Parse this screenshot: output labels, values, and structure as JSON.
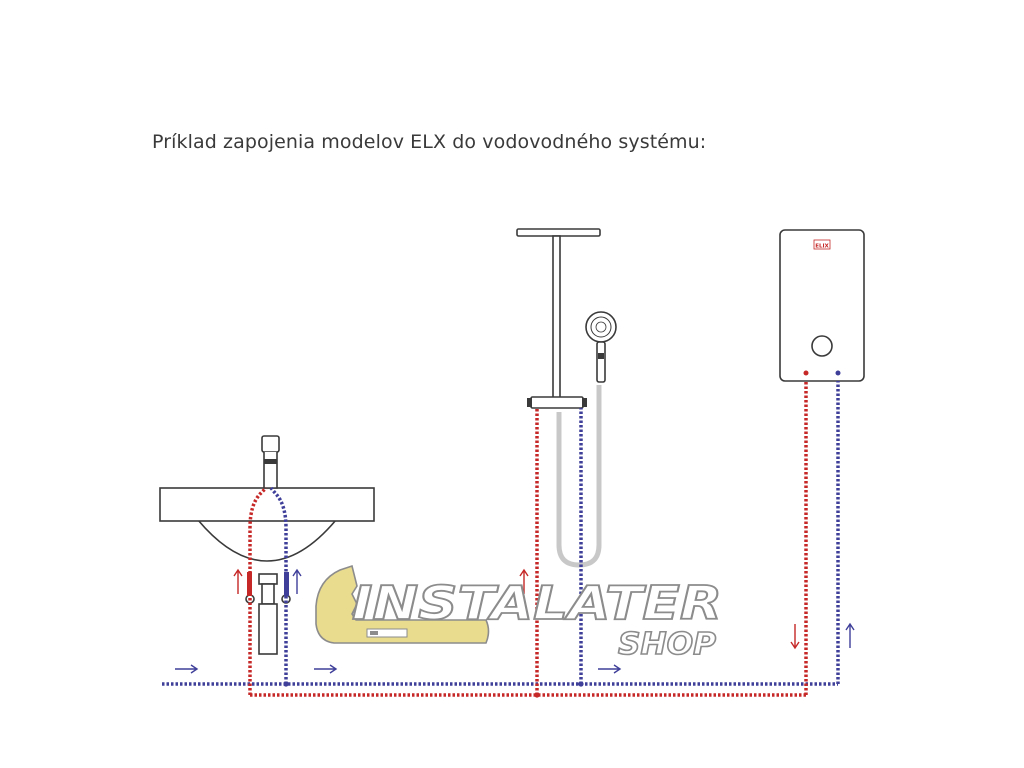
{
  "caption": "Príklad zapojenia modelov ELX do vodovodného systému:",
  "heater_logo": "ELIX",
  "watermark": {
    "brand": "INSTALATER",
    "sub": "SHOP"
  },
  "colors": {
    "hot": "#c62828",
    "cold": "#3f3f9a",
    "outline": "#3a3a3a",
    "hose": "#c8c8c8",
    "logo_fill": "#e9dc8f",
    "logo_stroke": "#8c8c8c"
  },
  "flow_arrows": [
    {
      "pipe": "cold",
      "direction": "right"
    },
    {
      "pipe": "cold",
      "direction": "right"
    },
    {
      "pipe": "cold",
      "direction": "right"
    },
    {
      "pipe": "hot",
      "direction": "up"
    },
    {
      "pipe": "cold",
      "direction": "up"
    },
    {
      "pipe": "hot",
      "direction": "up"
    },
    {
      "pipe": "hot",
      "direction": "down"
    },
    {
      "pipe": "cold",
      "direction": "up"
    }
  ]
}
